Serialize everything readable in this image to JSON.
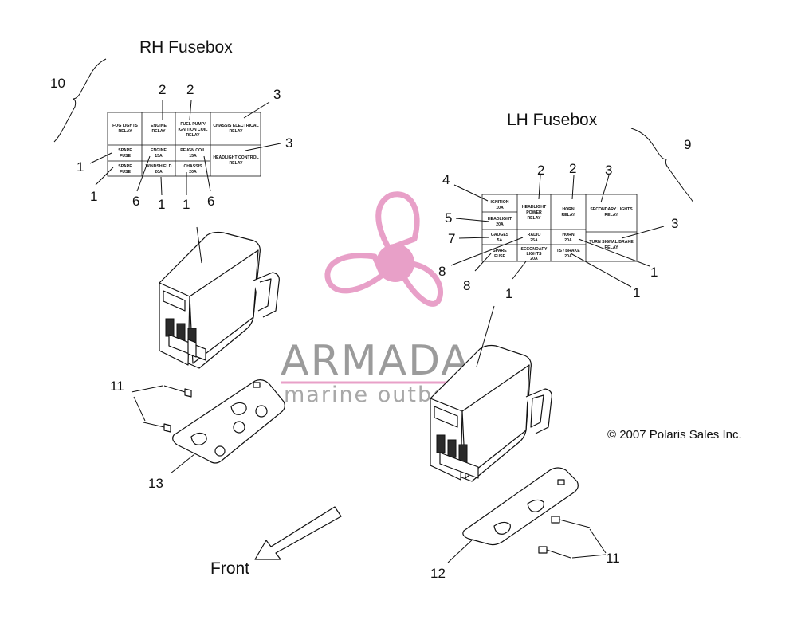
{
  "titles": {
    "rh": "RH Fusebox",
    "lh": "LH Fusebox",
    "front": "Front",
    "copyright": "© 2007 Polaris Sales Inc."
  },
  "watermark": {
    "line1": "ARMADA",
    "line2": "marine outboards",
    "color_logo": "#e8a0c8"
  },
  "rh_cells": {
    "fog": [
      "FOG LIGHTS",
      "RELAY"
    ],
    "engine_relay": [
      "ENGINE",
      "RELAY"
    ],
    "fuel": [
      "FUEL PUMP/",
      "IGNITION COIL",
      "RELAY"
    ],
    "chassis_relay": [
      "CHASSIS ELECTRICAL",
      "RELAY"
    ],
    "spare1": [
      "SPARE",
      "FUSE"
    ],
    "engine15": [
      "ENGINE",
      "15A"
    ],
    "pfign": [
      "PF-IGN COIL",
      "15A"
    ],
    "headlight_ctrl": [
      "HEADLIGHT CONTROL",
      "RELAY"
    ],
    "spare2": [
      "SPARE",
      "FUSE"
    ],
    "windshield": [
      "WINDSHIELD",
      "20A"
    ],
    "chassis20": [
      "CHASSIS",
      "20A"
    ]
  },
  "lh_cells": {
    "ignition": [
      "IGNITION",
      "10A"
    ],
    "hl_power": [
      "HEADLIGHT",
      "POWER",
      "RELAY"
    ],
    "horn_relay": [
      "HORN",
      "RELAY"
    ],
    "sec_relay": [
      "SECONDARY LIGHTS",
      "RELAY"
    ],
    "headlight20": [
      "HEADLIGHT",
      "20A"
    ],
    "gauges": [
      "GAUGES",
      "5A"
    ],
    "radio": [
      "RADIO",
      "25A"
    ],
    "horn20": [
      "HORN",
      "20A"
    ],
    "turn_relay": [
      "TURN SIGNAL/BRAKE",
      "RELAY"
    ],
    "spare": [
      "SPARE",
      "FUSE"
    ],
    "sec20": [
      "SECONDARY",
      "LIGHTS",
      "20A"
    ],
    "ts_brake": [
      "TS / BRAKE",
      "20A"
    ]
  },
  "callouts": {
    "c10": "10",
    "rh2a": "2",
    "rh2b": "2",
    "rh3a": "3",
    "rh3b": "3",
    "rh1a": "1",
    "rh1b": "1",
    "rh6a": "6",
    "rh1c": "1",
    "rh1d": "1",
    "rh6b": "6",
    "c9": "9",
    "lh4": "4",
    "lh2a": "2",
    "lh2b": "2",
    "lh3a": "3",
    "lh5": "5",
    "lh3b": "3",
    "lh7": "7",
    "lh8a": "8",
    "lh8b": "8",
    "lh1a": "1",
    "lh1b": "1",
    "lh1c": "1",
    "c11a": "11",
    "c13": "13",
    "c12": "12",
    "c11b": "11"
  }
}
